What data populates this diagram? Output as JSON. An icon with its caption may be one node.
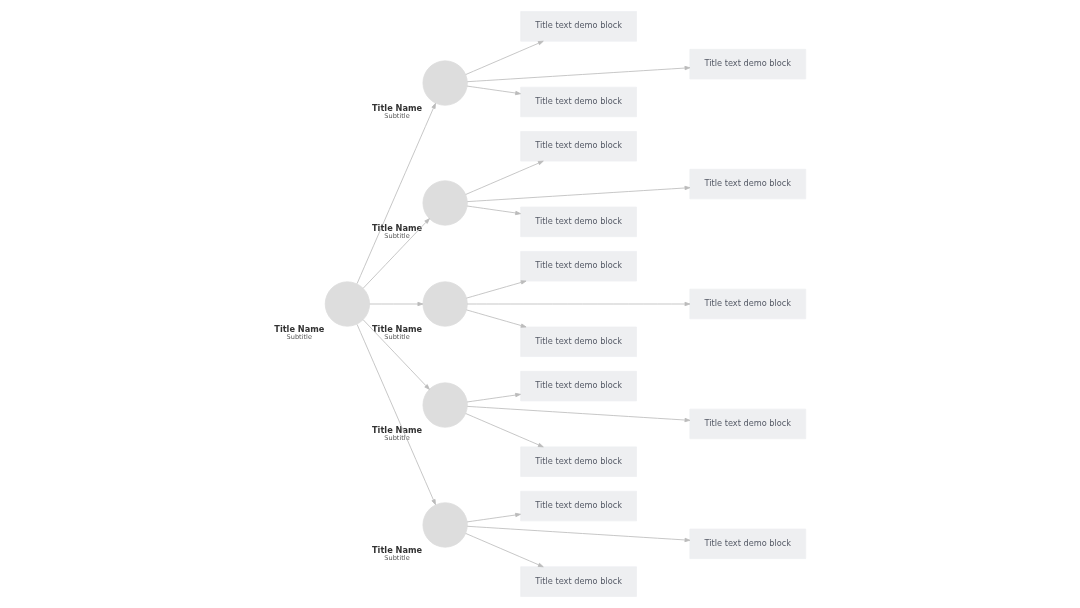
{
  "diagram": {
    "nodes": [
      {
        "text": [],
        "shape": "circle",
        "beside": [
          "Title Name",
          "Subtitle"
        ]
      },
      {
        "text": [],
        "shape": "circle",
        "beside": [
          "Title Name",
          "Subtitle"
        ]
      },
      {
        "text": [
          "Title text demo block"
        ]
      },
      {
        "text": [
          "Title text demo block"
        ]
      },
      {
        "text": [
          "Title text demo block"
        ]
      },
      {
        "text": [],
        "shape": "circle",
        "beside": [
          "Title Name",
          "Subtitle"
        ]
      },
      {
        "text": [
          "Title text demo block"
        ]
      },
      {
        "text": [
          "Title text demo block"
        ]
      },
      {
        "text": [
          "Title text demo block"
        ]
      },
      {
        "text": [],
        "shape": "circle",
        "beside": [
          "Title Name",
          "Subtitle"
        ]
      },
      {
        "text": [
          "Title text demo block"
        ]
      },
      {
        "text": [
          "Title text demo block"
        ]
      },
      {
        "text": [
          "Title text demo block"
        ]
      },
      {
        "text": [],
        "shape": "circle",
        "beside": [
          "Title Name",
          "Subtitle"
        ]
      },
      {
        "text": [
          "Title text demo block"
        ]
      },
      {
        "text": [
          "Title text demo block"
        ]
      },
      {
        "text": [
          "Title text demo block"
        ]
      },
      {
        "text": [],
        "shape": "circle",
        "beside": [
          "Title Name",
          "Subtitle"
        ]
      },
      {
        "text": [
          "Title text demo block"
        ]
      },
      {
        "text": [
          "Title text demo block"
        ]
      },
      {
        "text": [
          "Title text demo block"
        ]
      }
    ],
    "edges": [
      {
        "from": 0,
        "to": 1,
        "arrow": "to"
      },
      {
        "from": 0,
        "to": 5,
        "arrow": "to"
      },
      {
        "from": 0,
        "to": 9,
        "arrow": "to"
      },
      {
        "from": 0,
        "to": 13,
        "arrow": "to"
      },
      {
        "from": 0,
        "to": 17,
        "arrow": "to"
      },
      {
        "from": 1,
        "to": 2,
        "arrow": "to"
      },
      {
        "from": 1,
        "to": 3,
        "arrow": "to"
      },
      {
        "from": 1,
        "to": 4,
        "arrow": "to"
      },
      {
        "from": 5,
        "to": 6,
        "arrow": "to"
      },
      {
        "from": 5,
        "to": 7,
        "arrow": "to"
      },
      {
        "from": 5,
        "to": 8,
        "arrow": "to"
      },
      {
        "from": 9,
        "to": 10,
        "arrow": "to"
      },
      {
        "from": 9,
        "to": 11,
        "arrow": "to"
      },
      {
        "from": 9,
        "to": 12,
        "arrow": "to"
      },
      {
        "from": 13,
        "to": 14,
        "arrow": "to"
      },
      {
        "from": 13,
        "to": 15,
        "arrow": "to"
      },
      {
        "from": 13,
        "to": 16,
        "arrow": "to"
      },
      {
        "from": 17,
        "to": 18,
        "arrow": "to"
      },
      {
        "from": 17,
        "to": 19,
        "arrow": "to"
      },
      {
        "from": 17,
        "to": 20,
        "arrow": "to"
      }
    ]
  }
}
